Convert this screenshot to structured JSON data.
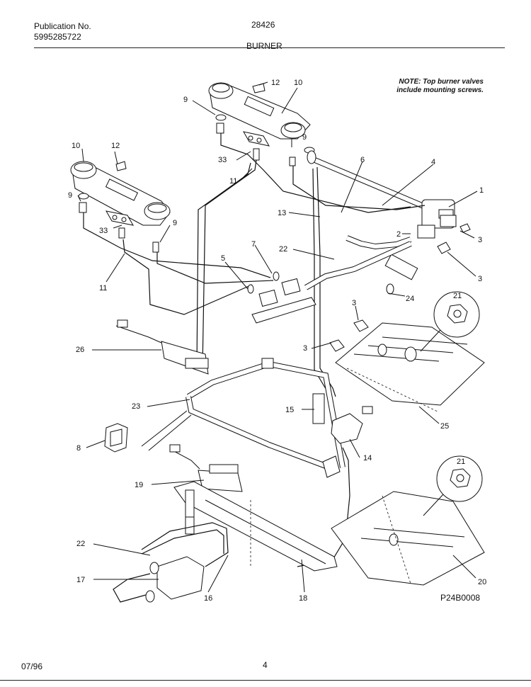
{
  "header": {
    "publication_label": "Publication No.",
    "publication_number": "5995285722",
    "model": "28426",
    "section": "BURNER"
  },
  "note": {
    "line1": "NOTE: Top burner valves",
    "line2": "include mounting screws."
  },
  "diagram": {
    "callouts": {
      "c1": "1",
      "c2": "2",
      "c3a": "3",
      "c3b": "3",
      "c3c": "3",
      "c3d": "3",
      "c4": "4",
      "c5": "5",
      "c6": "6",
      "c7": "7",
      "c8": "8",
      "c9a": "9",
      "c9b": "9",
      "c9c": "9",
      "c9d": "9",
      "c10a": "10",
      "c10b": "10",
      "c11a": "11",
      "c11b": "11",
      "c12a": "12",
      "c12b": "12",
      "c13": "13",
      "c14": "14",
      "c15": "15",
      "c16": "16",
      "c17": "17",
      "c18": "18",
      "c19": "19",
      "c20": "20",
      "c21a": "21",
      "c21b": "21",
      "c22a": "22",
      "c22b": "22",
      "c23": "23",
      "c24": "24",
      "c25": "25",
      "c26": "26",
      "c33a": "33",
      "c33b": "33"
    },
    "code": "P24B0008"
  },
  "footer": {
    "date": "07/96",
    "page": "4"
  }
}
